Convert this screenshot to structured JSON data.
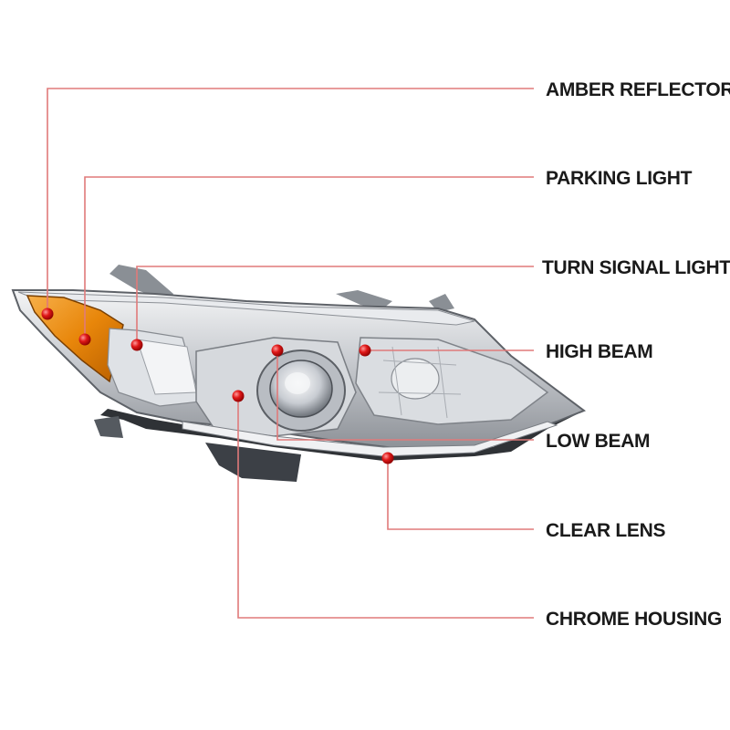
{
  "callouts": {
    "amber_reflectors": "AMBER REFLECTORS",
    "parking_light": "PARKING LIGHT",
    "turn_signal_light": "TURN SIGNAL LIGHT",
    "high_beam": "HIGH BEAM",
    "low_beam": "LOW BEAM",
    "clear_lens": "CLEAR LENS",
    "chrome_housing": "CHROME HOUSING"
  },
  "colors": {
    "leader_line": "#e07a7a",
    "marker_dot": "#e01818",
    "amber": "#e8860a",
    "chrome": "#c9ccd0",
    "housing_dark": "#3a3d42"
  }
}
